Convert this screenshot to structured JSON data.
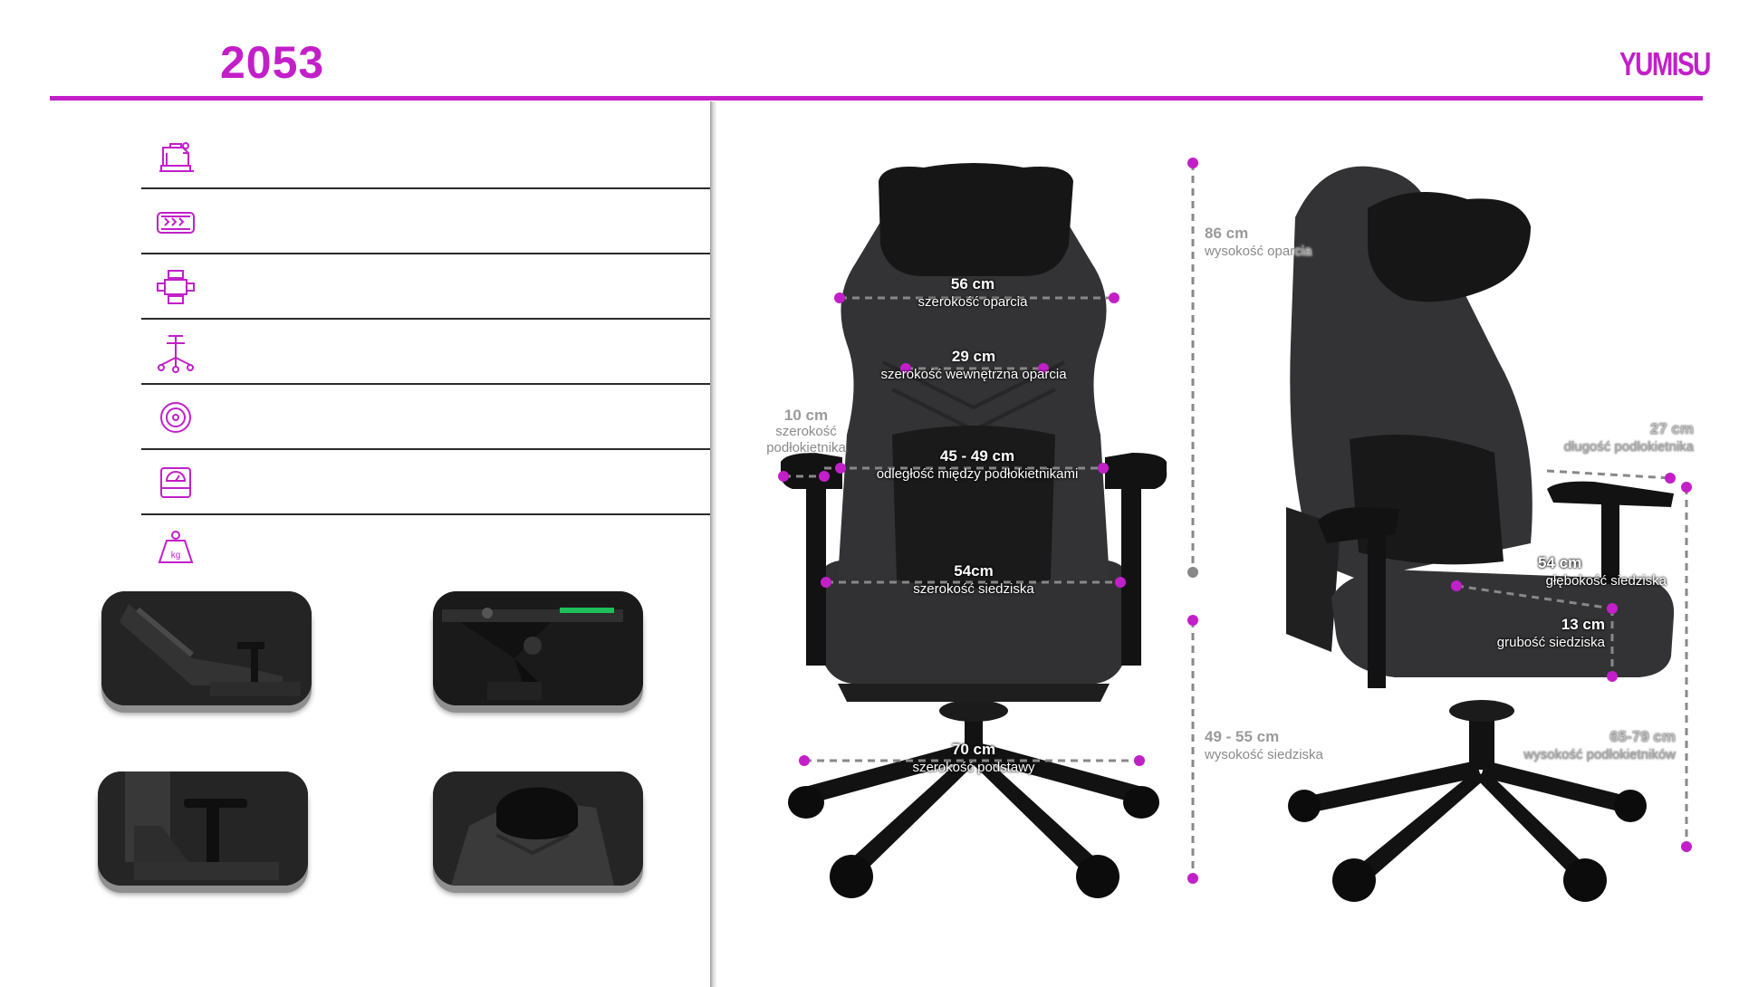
{
  "header": {
    "model": "2053",
    "brand": "YUMISU",
    "accent": "#c21fc9"
  },
  "features": [
    {
      "icon": "sewing-machine-icon"
    },
    {
      "icon": "foam-icon"
    },
    {
      "icon": "mechanism-icon"
    },
    {
      "icon": "chair-base-icon"
    },
    {
      "icon": "wheel-icon"
    },
    {
      "icon": "scale-icon"
    },
    {
      "icon": "weight-kg-icon"
    }
  ],
  "weight_icon_text": "kg",
  "thumbnails": [
    {
      "icon": "reclining-chair-thumbnail"
    },
    {
      "icon": "tilt-mechanism-thumbnail"
    },
    {
      "icon": "armrest-thumbnail"
    },
    {
      "icon": "headrest-pillow-thumbnail"
    }
  ],
  "front_dimensions": [
    {
      "value": "56 cm",
      "caption": "szerokość oparcia"
    },
    {
      "value": "29 cm",
      "caption": "szerokość wewnętrzna oparcia"
    },
    {
      "value": "10 cm",
      "caption": "szerokość podłokietnika"
    },
    {
      "value": "45 - 49 cm",
      "caption": "odległość między podłokietnikami"
    },
    {
      "value": "54cm",
      "caption": "szerokość siedziska"
    },
    {
      "value": "70 cm",
      "caption": "szerokość podstawy"
    }
  ],
  "side_dimensions": [
    {
      "value": "86 cm",
      "caption": "wysokość oparcia"
    },
    {
      "value": "49 - 55 cm",
      "caption": "wysokość siedziska"
    },
    {
      "value": "27 cm",
      "caption": "długość podłokietnika"
    },
    {
      "value": "54 cm",
      "caption": "głębokość siedziska"
    },
    {
      "value": "13 cm",
      "caption": "grubość siedziska"
    },
    {
      "value": "65-79 cm",
      "caption": "wysokość podłokietników"
    }
  ],
  "colors": {
    "accent": "#c21fc9",
    "chair": "#2e2e30",
    "chair_dark": "#1a1a1a"
  }
}
